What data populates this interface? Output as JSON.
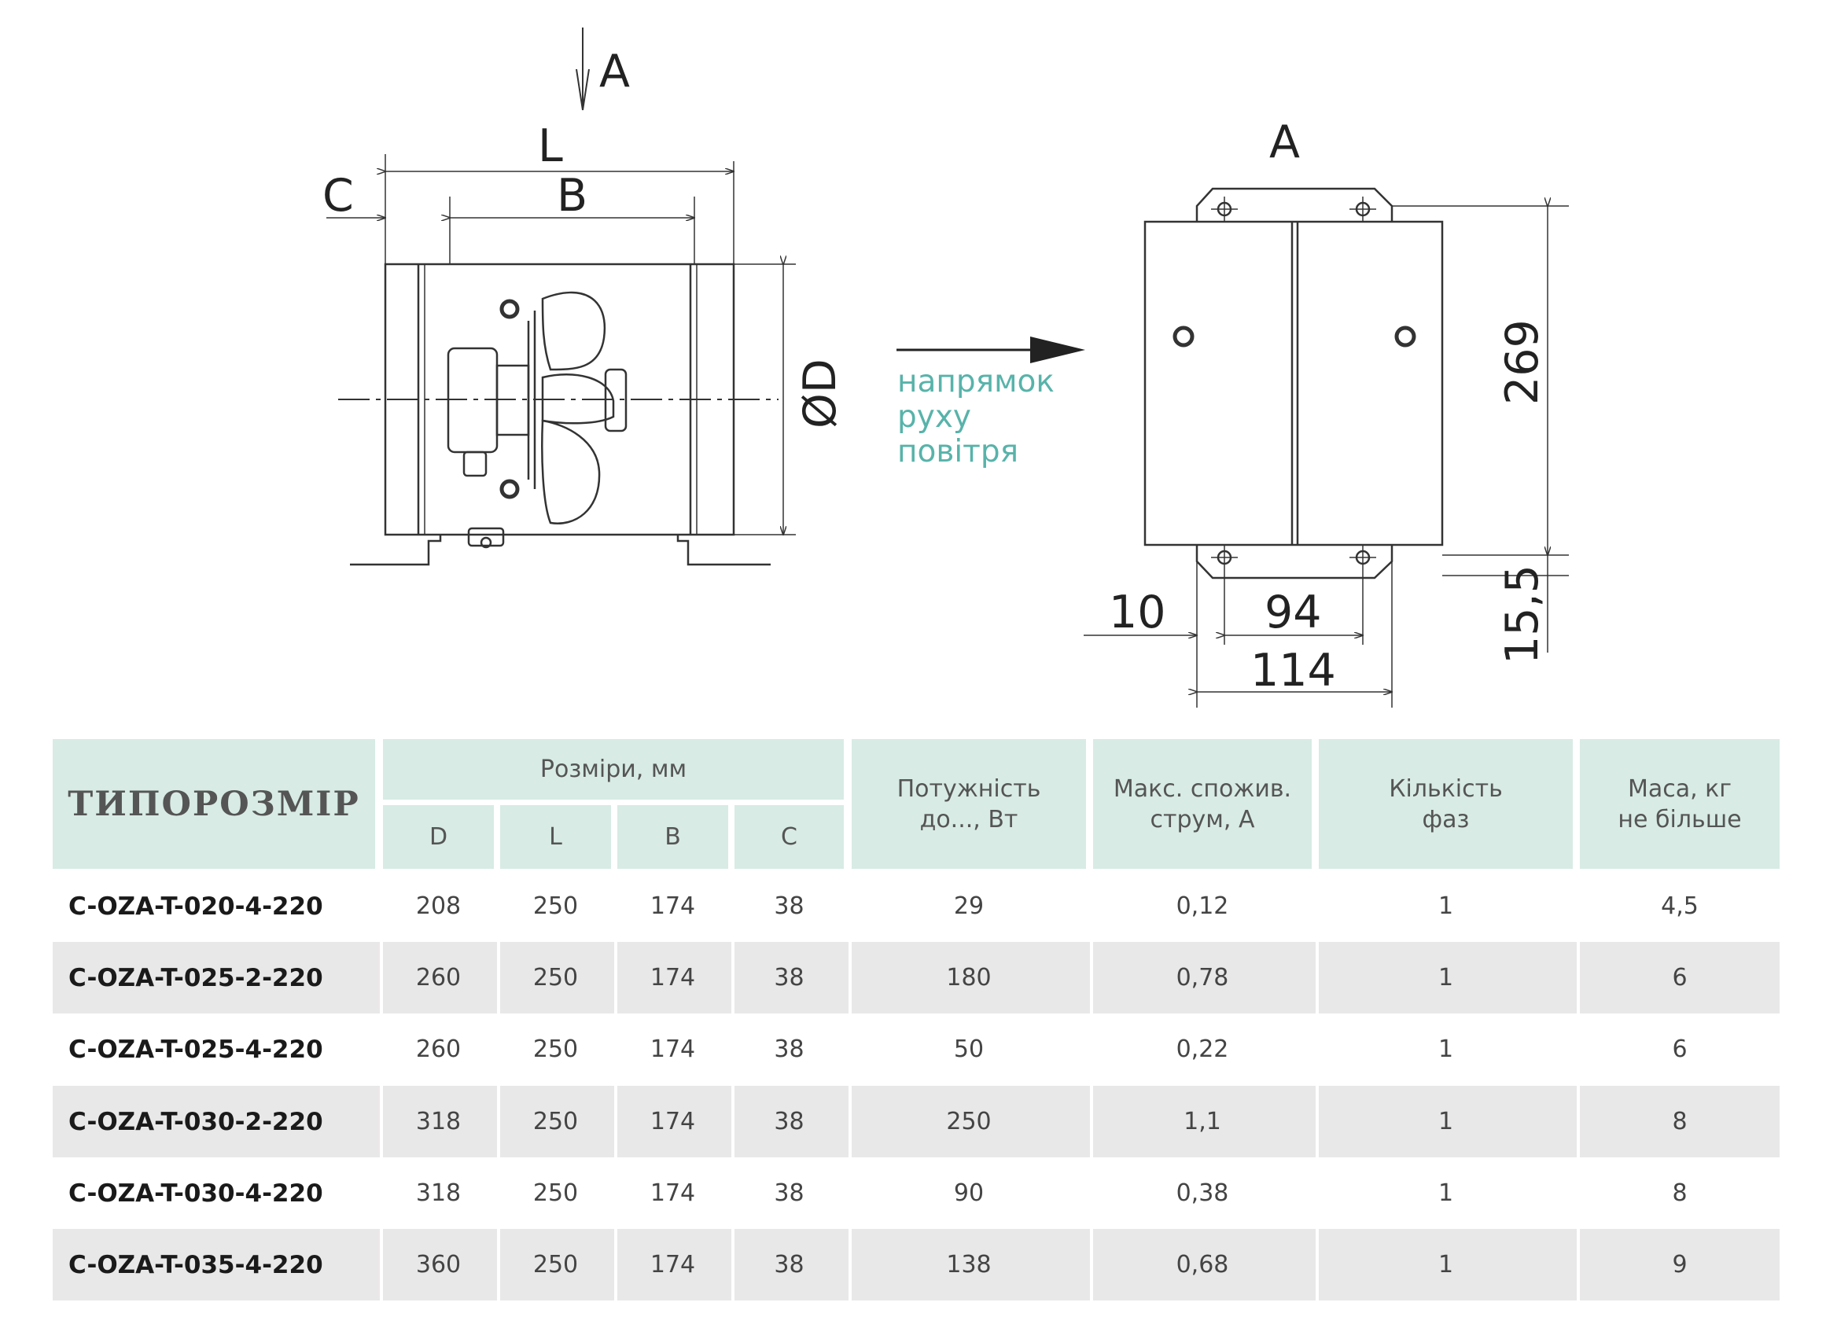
{
  "diagram": {
    "left_view": {
      "label_view": "A",
      "label_L": "L",
      "label_B": "B",
      "label_C": "C",
      "label_D": "ØD"
    },
    "right_view": {
      "label_view": "A",
      "dim_height": "269",
      "dim_offset": "15,5",
      "dim_edge": "10",
      "dim_inner": "94",
      "dim_total": "114"
    },
    "airflow": {
      "line1": "напрямок",
      "line2": "руху",
      "line3": "повітря"
    },
    "colors": {
      "line": "#333333",
      "airflow_text": "#58b3aa"
    }
  },
  "table": {
    "header": {
      "model": "ТИПОРОЗМІР",
      "sizes_group": "Розміри, мм",
      "D": "D",
      "L": "L",
      "B": "B",
      "C": "C",
      "power_l1": "Потужність",
      "power_l2": "до..., Вт",
      "current_l1": "Макс. спожив.",
      "current_l2": "струм, А",
      "phases_l1": "Кількість",
      "phases_l2": "фаз",
      "mass_l1": "Маса, кг",
      "mass_l2": "не більше"
    },
    "rows": [
      {
        "model": "C-OZA-T-020-4-220",
        "D": "208",
        "L": "250",
        "B": "174",
        "C": "38",
        "power": "29",
        "current": "0,12",
        "phases": "1",
        "mass": "4,5"
      },
      {
        "model": "C-OZA-T-025-2-220",
        "D": "260",
        "L": "250",
        "B": "174",
        "C": "38",
        "power": "180",
        "current": "0,78",
        "phases": "1",
        "mass": "6"
      },
      {
        "model": "C-OZA-T-025-4-220",
        "D": "260",
        "L": "250",
        "B": "174",
        "C": "38",
        "power": "50",
        "current": "0,22",
        "phases": "1",
        "mass": "6"
      },
      {
        "model": "C-OZA-T-030-2-220",
        "D": "318",
        "L": "250",
        "B": "174",
        "C": "38",
        "power": "250",
        "current": "1,1",
        "phases": "1",
        "mass": "8"
      },
      {
        "model": "C-OZA-T-030-4-220",
        "D": "318",
        "L": "250",
        "B": "174",
        "C": "38",
        "power": "90",
        "current": "0,38",
        "phases": "1",
        "mass": "8"
      },
      {
        "model": "C-OZA-T-035-4-220",
        "D": "360",
        "L": "250",
        "B": "174",
        "C": "38",
        "power": "138",
        "current": "0,68",
        "phases": "1",
        "mass": "9"
      }
    ],
    "colors": {
      "header_bg": "#d8ebe5",
      "row_alt_bg": "#e9e8e8"
    }
  }
}
